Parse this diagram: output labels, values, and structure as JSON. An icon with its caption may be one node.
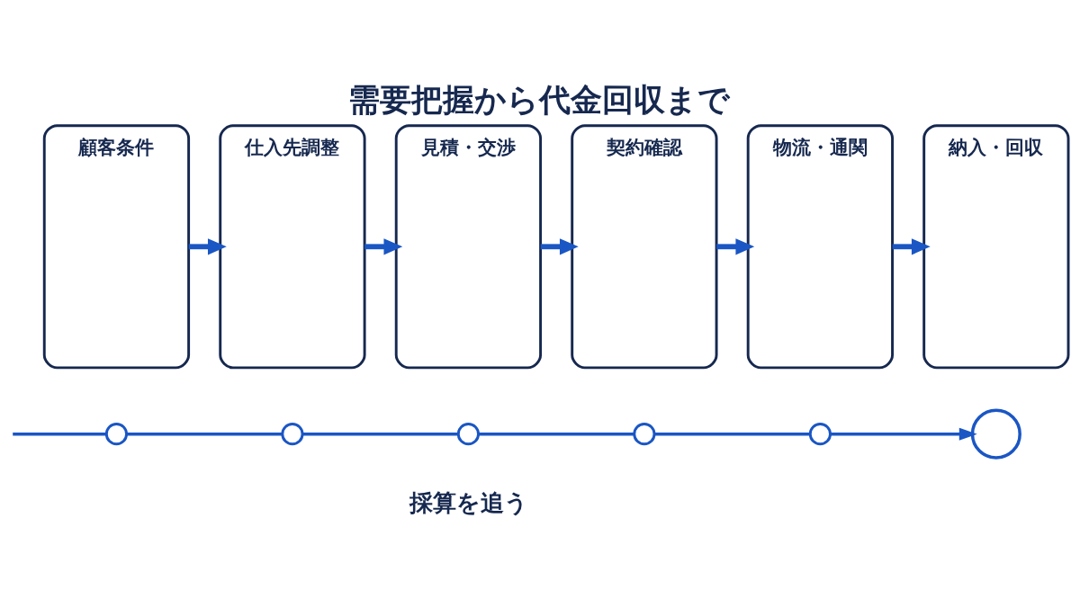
{
  "diagram": {
    "title": "需要把握から代金回収まで",
    "nodes": [
      {
        "text": [
          "顧客条件"
        ]
      },
      {
        "text": [
          "仕入先調整"
        ]
      },
      {
        "text": [
          "見積・交渉"
        ]
      },
      {
        "text": [
          "契約確認"
        ]
      },
      {
        "text": [
          "物流・通関"
        ]
      },
      {
        "text": [
          "納入・回収"
        ]
      },
      {
        "text": [],
        "shape": "circle"
      },
      {
        "text": [],
        "shape": "circle"
      },
      {
        "text": [],
        "shape": "circle"
      },
      {
        "text": [],
        "shape": "circle"
      },
      {
        "text": [],
        "shape": "circle"
      },
      {
        "text": [],
        "shape": "circle"
      }
    ],
    "edges": [
      {
        "from": 0,
        "to": 1,
        "arrow": "to"
      },
      {
        "from": 1,
        "to": 2,
        "arrow": "to"
      },
      {
        "from": 2,
        "to": 3,
        "arrow": "to"
      },
      {
        "from": 3,
        "to": 4,
        "arrow": "to"
      },
      {
        "from": 4,
        "to": 5,
        "arrow": "to"
      },
      {
        "from": null,
        "to": 6,
        "arrow": "none"
      },
      {
        "from": 6,
        "to": 7,
        "arrow": "none"
      },
      {
        "from": 7,
        "to": 8,
        "arrow": "none"
      },
      {
        "from": 8,
        "to": 9,
        "arrow": "none"
      },
      {
        "from": 9,
        "to": 10,
        "arrow": "none"
      },
      {
        "from": 10,
        "to": 11,
        "arrow": "to"
      }
    ],
    "labels": [
      "採算を追う"
    ]
  }
}
